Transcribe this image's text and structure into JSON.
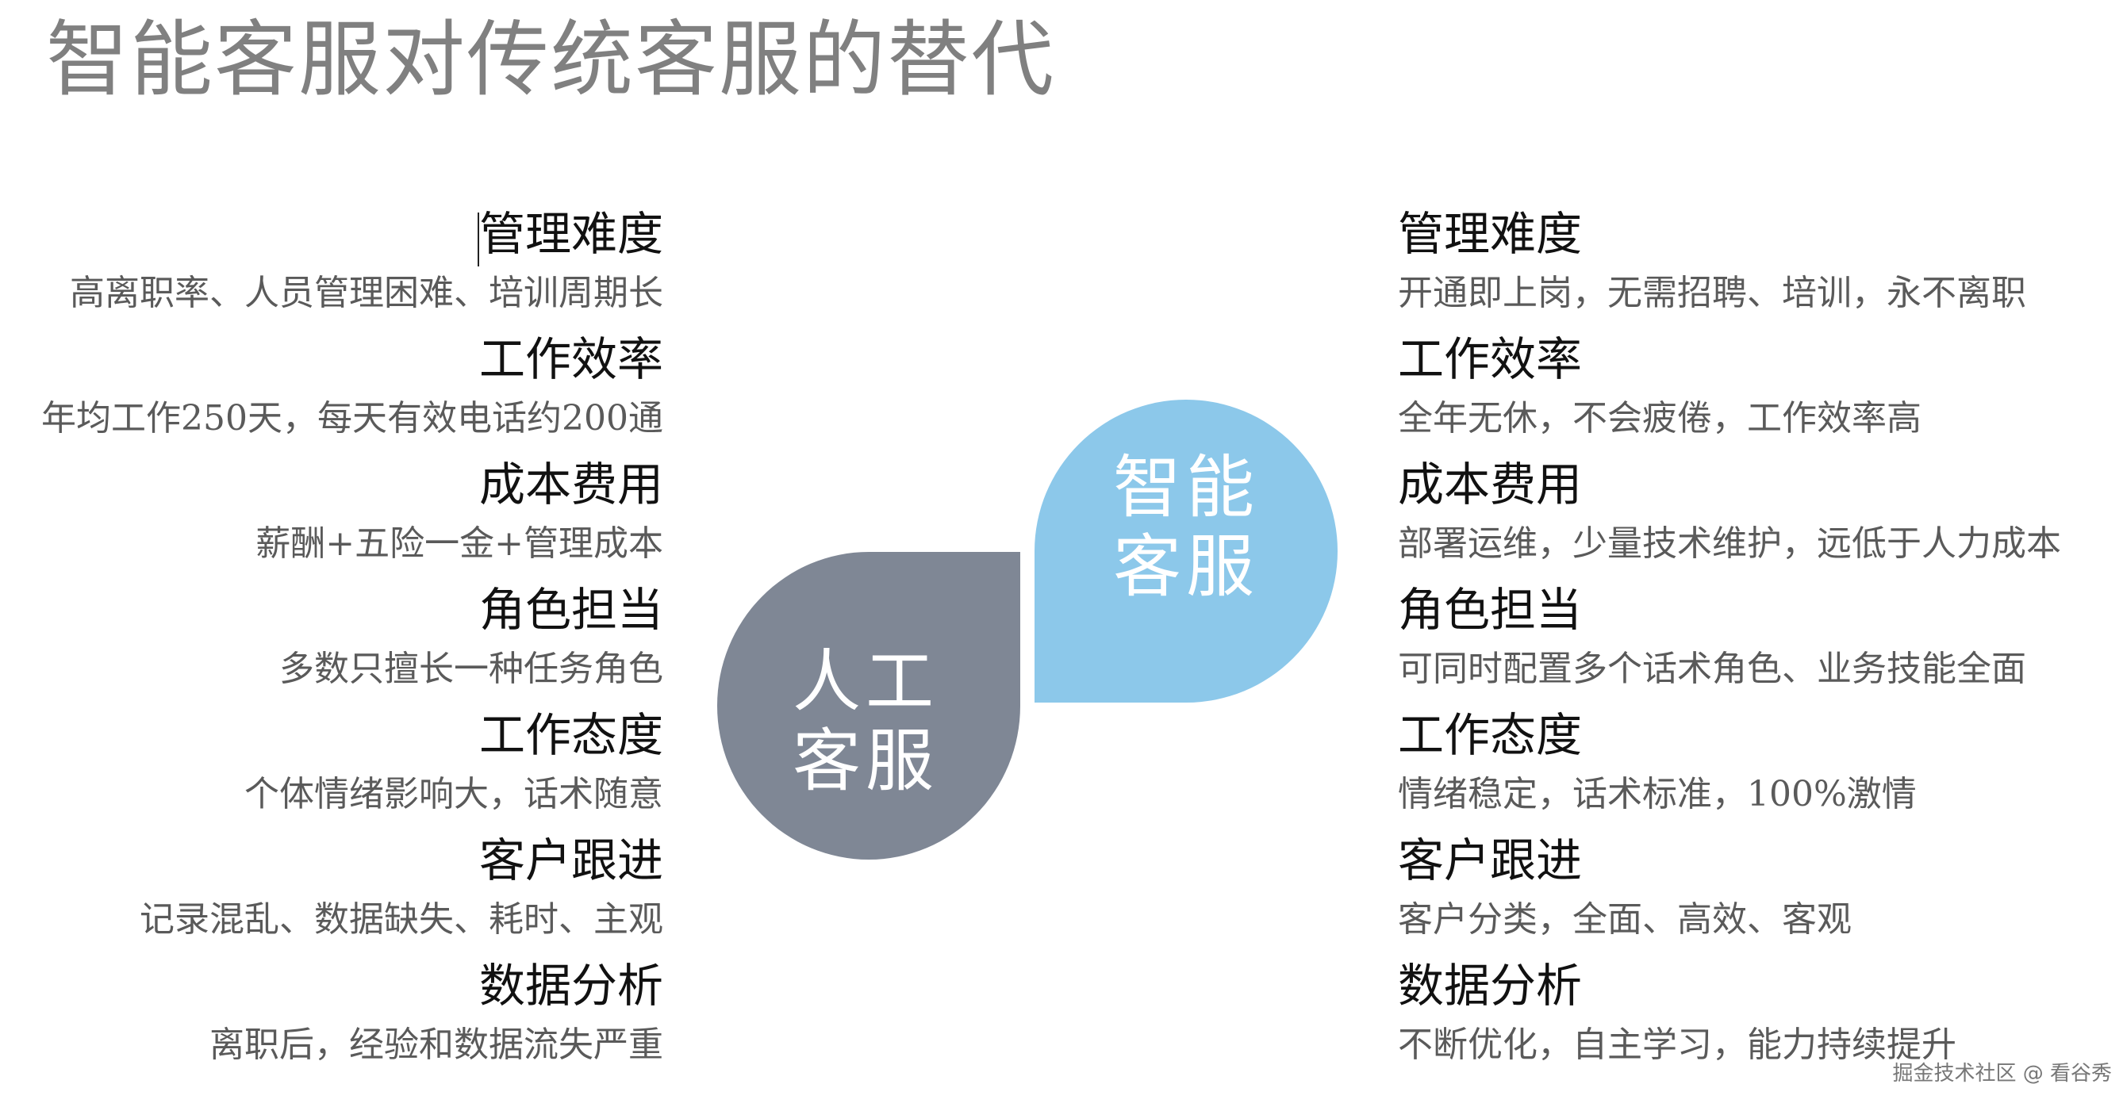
{
  "title": "智能客服对传统客服的替代",
  "diagram": {
    "human": {
      "label": "人工客服",
      "color": "#7f8795"
    },
    "smart": {
      "label": "智能客服",
      "color": "#8cc8ea"
    }
  },
  "left_column": {
    "items": [
      {
        "heading": "管理难度",
        "desc": "高离职率、人员管理困难、培训周期长"
      },
      {
        "heading": "工作效率",
        "desc": "年均工作250天，每天有效电话约200通"
      },
      {
        "heading": "成本费用",
        "desc": "薪酬+五险一金+管理成本"
      },
      {
        "heading": "角色担当",
        "desc": "多数只擅长一种任务角色"
      },
      {
        "heading": "工作态度",
        "desc": "个体情绪影响大，话术随意"
      },
      {
        "heading": "客户跟进",
        "desc": "记录混乱、数据缺失、耗时、主观"
      },
      {
        "heading": "数据分析",
        "desc": "离职后，经验和数据流失严重"
      }
    ]
  },
  "right_column": {
    "items": [
      {
        "heading": "管理难度",
        "desc": "开通即上岗，无需招聘、培训，永不离职"
      },
      {
        "heading": "工作效率",
        "desc": "全年无休，不会疲倦，工作效率高"
      },
      {
        "heading": "成本费用",
        "desc": "部署运维，少量技术维护，远低于人力成本"
      },
      {
        "heading": "角色担当",
        "desc": "可同时配置多个话术角色、业务技能全面"
      },
      {
        "heading": "工作态度",
        "desc": "情绪稳定，话术标准，100%激情"
      },
      {
        "heading": "客户跟进",
        "desc": "客户分类，全面、高效、客观"
      },
      {
        "heading": "数据分析",
        "desc": "不断优化，自主学习，能力持续提升"
      }
    ]
  },
  "watermark": "掘金技术社区 @ 看谷秀"
}
